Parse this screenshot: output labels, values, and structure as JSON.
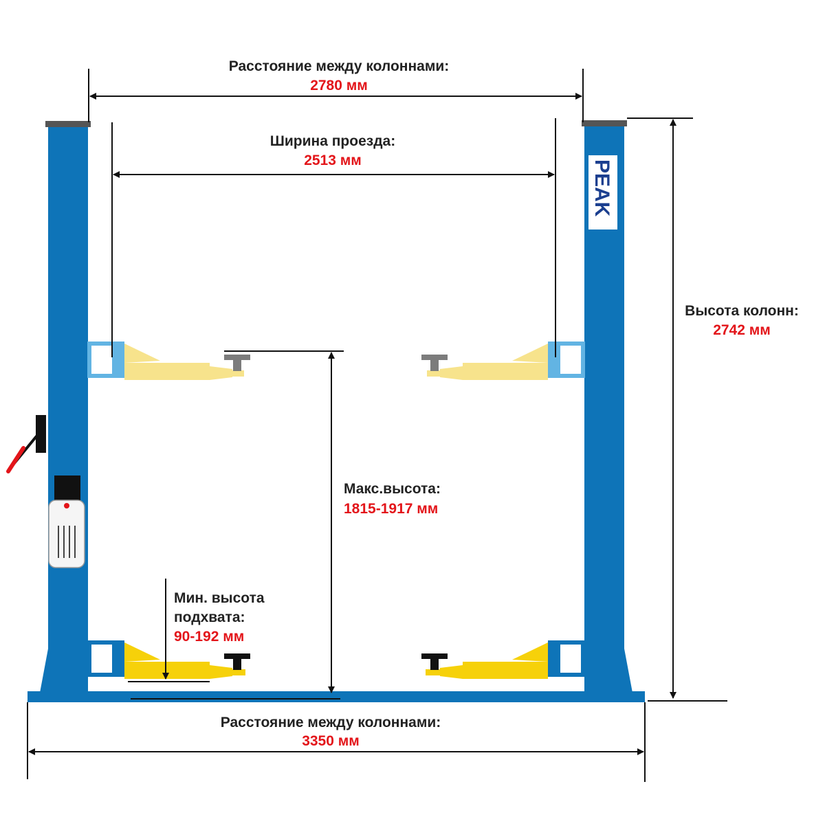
{
  "colors": {
    "column": "#0e74b8",
    "arm_inactive": "#f7e38c",
    "arm_active": "#f6d10a",
    "carriage": "#62b4e3",
    "pad": "#7c7c7c",
    "dimension_line": "#111111",
    "value_text": "#e3151a"
  },
  "brand": {
    "logo_text": "PEAK"
  },
  "dimensions": {
    "top_column_distance": {
      "label": "Расстояние между колоннами:",
      "value": "2780 мм"
    },
    "drive_width": {
      "label": "Ширина проезда:",
      "value": "2513 мм"
    },
    "column_height": {
      "label": "Высота колонн:",
      "value": "2742 мм"
    },
    "max_height": {
      "label": "Макс.высота:",
      "value": "1815-1917 мм"
    },
    "min_pickup_height": {
      "label_line1": "Мин. высота",
      "label_line2": "подхвата:",
      "value": "90-192 мм"
    },
    "base_column_distance": {
      "label": "Расстояние между колоннами:",
      "value": "3350 мм"
    }
  }
}
